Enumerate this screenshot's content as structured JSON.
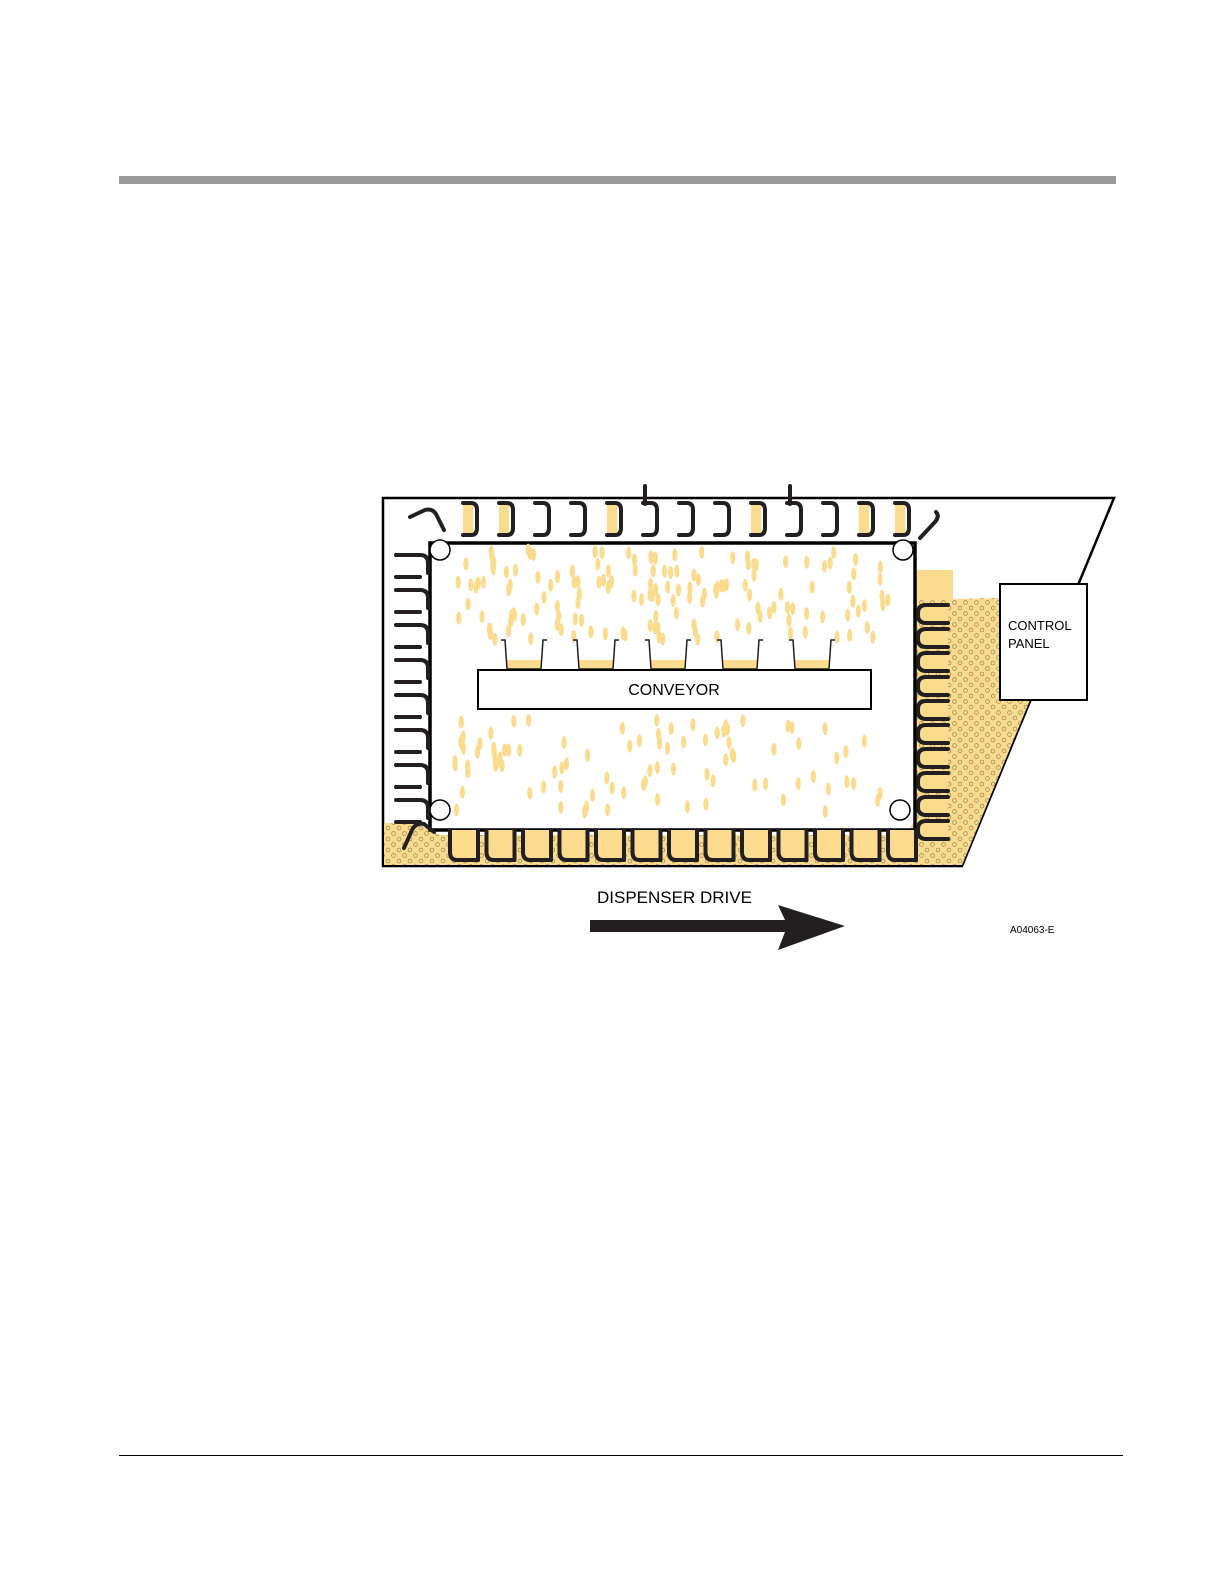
{
  "figure": {
    "labels": {
      "conveyor": "CONVEYOR",
      "control_panel_line1": "CONTROL",
      "control_panel_line2": "PANEL",
      "dispenser_drive": "DISPENSER DRIVE",
      "figure_code": "A04063-E"
    },
    "colors": {
      "fill": "#fbdc8f",
      "stroke": "#000000",
      "bucket": "#231f20",
      "rule": "#9a9a9a"
    },
    "icons": [
      "arrow-right-icon",
      "bucket-icon",
      "sprocket-icon",
      "tray-icon"
    ]
  }
}
